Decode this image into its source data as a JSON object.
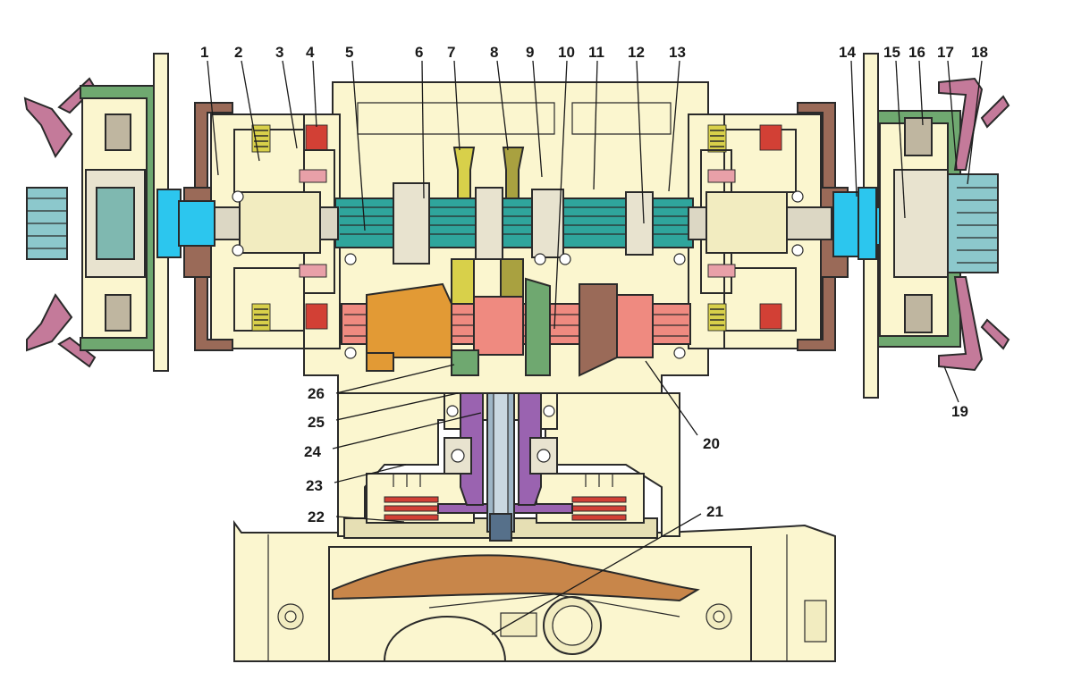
{
  "diagram": {
    "callouts": [
      "1",
      "2",
      "3",
      "4",
      "5",
      "6",
      "7",
      "8",
      "9",
      "10",
      "11",
      "12",
      "13",
      "14",
      "15",
      "16",
      "17",
      "18",
      "19",
      "20",
      "21",
      "22",
      "23",
      "24",
      "25",
      "26"
    ]
  },
  "colors": {
    "housing": "#fbf6cf",
    "outline": "#2a2a2a",
    "shaft_teal": "#2fa59c",
    "shaft_blue": "#2cc6ee",
    "shaft_red": "#ef8a80",
    "shaft_gray": "#dcd7c4",
    "gear_yellow": "#d8d04a",
    "gear_olive": "#a9a140",
    "gear_brown": "#9a6a58",
    "gear_orange": "#e29a35",
    "gear_purple": "#9a63b0",
    "hub_green": "#6fa870",
    "wheel_pink": "#c47a9a",
    "spring_red": "#d24035",
    "oil_brown": "#c8864a"
  }
}
